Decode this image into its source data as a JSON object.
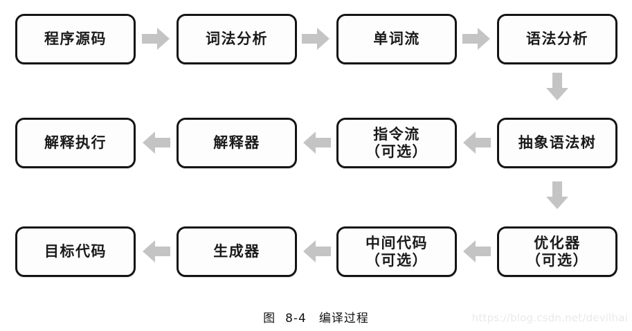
{
  "figure": {
    "caption_prefix": "图",
    "caption_number": "8-4",
    "caption_title": "编译过程",
    "watermark": "https://blog.csdn.net/devilhai"
  },
  "diagram": {
    "type": "flowchart",
    "colors": {
      "box_border": "#141414",
      "box_fill": "#fdfdfd",
      "arrow_fill": "#c4c4c4",
      "text": "#1a1a1a",
      "background": "#ffffff",
      "watermark": "#e9e9e9"
    },
    "nodes": [
      {
        "id": "source-code",
        "label": "程序源码",
        "row": 1,
        "col": 1
      },
      {
        "id": "lexical-analysis",
        "label": "词法分析",
        "row": 1,
        "col": 2
      },
      {
        "id": "token-stream",
        "label": "单词流",
        "row": 1,
        "col": 3
      },
      {
        "id": "syntax-analysis",
        "label": "语法分析",
        "row": 1,
        "col": 4
      },
      {
        "id": "interpret-execute",
        "label": "解释执行",
        "row": 2,
        "col": 1
      },
      {
        "id": "interpreter",
        "label": "解释器",
        "row": 2,
        "col": 2
      },
      {
        "id": "instruction-stream",
        "label": "指令流\n（可选）",
        "row": 2,
        "col": 3
      },
      {
        "id": "abstract-syntax-tree",
        "label": "抽象语法树",
        "row": 2,
        "col": 4
      },
      {
        "id": "target-code",
        "label": "目标代码",
        "row": 3,
        "col": 1
      },
      {
        "id": "generator",
        "label": "生成器",
        "row": 3,
        "col": 2
      },
      {
        "id": "intermediate-code",
        "label": "中间代码\n（可选）",
        "row": 3,
        "col": 3
      },
      {
        "id": "optimizer",
        "label": "优化器\n（可选）",
        "row": 3,
        "col": 4
      }
    ],
    "arrows": [
      {
        "id": "a1",
        "from": "source-code",
        "to": "lexical-analysis",
        "direction": "right"
      },
      {
        "id": "a2",
        "from": "lexical-analysis",
        "to": "token-stream",
        "direction": "right"
      },
      {
        "id": "a3",
        "from": "token-stream",
        "to": "syntax-analysis",
        "direction": "right"
      },
      {
        "id": "a4",
        "from": "syntax-analysis",
        "to": "abstract-syntax-tree",
        "direction": "down"
      },
      {
        "id": "a5",
        "from": "abstract-syntax-tree",
        "to": "instruction-stream",
        "direction": "left"
      },
      {
        "id": "a6",
        "from": "instruction-stream",
        "to": "interpreter",
        "direction": "left"
      },
      {
        "id": "a7",
        "from": "interpreter",
        "to": "interpret-execute",
        "direction": "left"
      },
      {
        "id": "a8",
        "from": "abstract-syntax-tree",
        "to": "optimizer",
        "direction": "down"
      },
      {
        "id": "a9",
        "from": "optimizer",
        "to": "intermediate-code",
        "direction": "left"
      },
      {
        "id": "a10",
        "from": "intermediate-code",
        "to": "generator",
        "direction": "left"
      },
      {
        "id": "a11",
        "from": "generator",
        "to": "target-code",
        "direction": "left"
      }
    ]
  }
}
